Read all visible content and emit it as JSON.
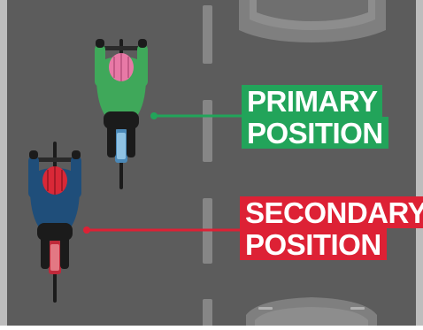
{
  "labels": {
    "primary": {
      "line1": "PRIMARY",
      "line2": "POSITION"
    },
    "secondary": {
      "line1": "SECONDARY",
      "line2": "POSITION"
    }
  },
  "colors": {
    "road": "#5c5c5c",
    "road_edge": "#bdbdbd",
    "lane_marking": "#8a8a8a",
    "primary_green": "#22a45a",
    "secondary_red": "#dd2135",
    "car": "#838383",
    "green_jersey": "#3fa85a",
    "blue_jersey": "#1f4e7a",
    "pink_helmet": "#e879a6",
    "red_helmet": "#d92837"
  },
  "icons": [
    "bicycle-icon",
    "bicycle-icon",
    "car-icon",
    "car-icon"
  ]
}
